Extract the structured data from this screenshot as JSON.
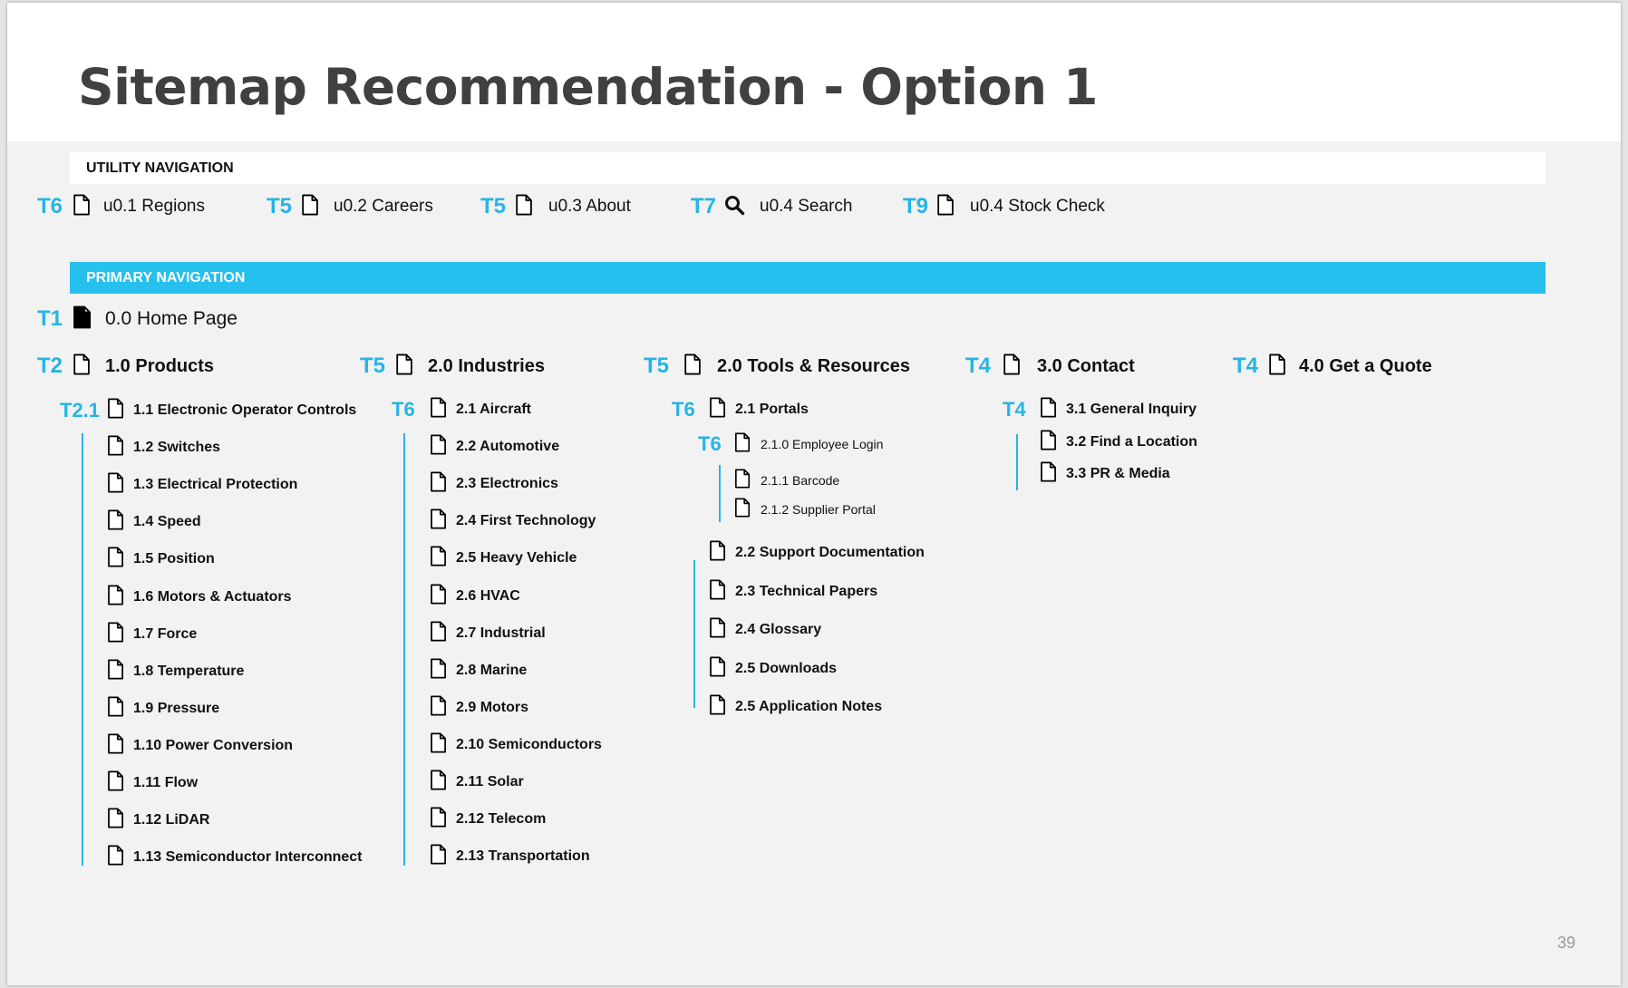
{
  "slide": {
    "title": "Sitemap Recommendation - Option 1",
    "page_number": "39",
    "accent_color": "#26c0ee"
  },
  "utility_navigation": {
    "label": "UTILITY NAVIGATION",
    "items": [
      {
        "tier": "T6",
        "icon": "page-icon",
        "label": "u0.1 Regions"
      },
      {
        "tier": "T5",
        "icon": "page-icon",
        "label": "u0.2 Careers"
      },
      {
        "tier": "T5",
        "icon": "page-icon",
        "label": "u0.3 About"
      },
      {
        "tier": "T7",
        "icon": "search-icon",
        "label": "u0.4 Search"
      },
      {
        "tier": "T9",
        "icon": "page-icon",
        "label": "u0.4 Stock Check"
      }
    ]
  },
  "primary_navigation": {
    "label": "PRIMARY NAVIGATION",
    "home": {
      "tier": "T1",
      "icon": "filled-page-icon",
      "label": "0.0 Home Page"
    },
    "columns": [
      {
        "tier": "T2",
        "label": "1.0 Products",
        "child_tier": "T2.1",
        "children": [
          "1.1 Electronic Operator Controls",
          "1.2 Switches",
          "1.3 Electrical Protection",
          "1.4 Speed",
          "1.5 Position",
          "1.6 Motors & Actuators",
          "1.7 Force",
          "1.8 Temperature",
          "1.9 Pressure",
          "1.10 Power Conversion",
          "1.11 Flow",
          "1.12 LiDAR",
          "1.13 Semiconductor Interconnect"
        ]
      },
      {
        "tier": "T5",
        "label": "2.0 Industries",
        "child_tier": "T6",
        "children": [
          "2.1 Aircraft",
          "2.2 Automotive",
          "2.3 Electronics",
          "2.4 First Technology",
          "2.5 Heavy Vehicle",
          "2.6 HVAC",
          "2.7 Industrial",
          "2.8 Marine",
          "2.9 Motors",
          "2.10 Semiconductors",
          "2.11 Solar",
          "2.12 Telecom",
          "2.13 Transportation"
        ]
      },
      {
        "tier": "T5",
        "label": "2.0 Tools & Resources",
        "portals": {
          "tier": "T6",
          "label": "2.1 Portals",
          "sub_tier": "T6",
          "children": [
            "2.1.0 Employee Login",
            "2.1.1 Barcode",
            "2.1.2 Supplier Portal"
          ]
        },
        "children": [
          "2.2 Support Documentation",
          "2.3 Technical Papers",
          "2.4 Glossary",
          "2.5 Downloads",
          "2.5 Application Notes"
        ]
      },
      {
        "tier": "T4",
        "label": "3.0 Contact",
        "child_tier": "T4",
        "children": [
          "3.1 General Inquiry",
          "3.2 Find a Location",
          "3.3 PR & Media"
        ]
      },
      {
        "tier": "T4",
        "label": "4.0 Get a Quote"
      }
    ]
  }
}
